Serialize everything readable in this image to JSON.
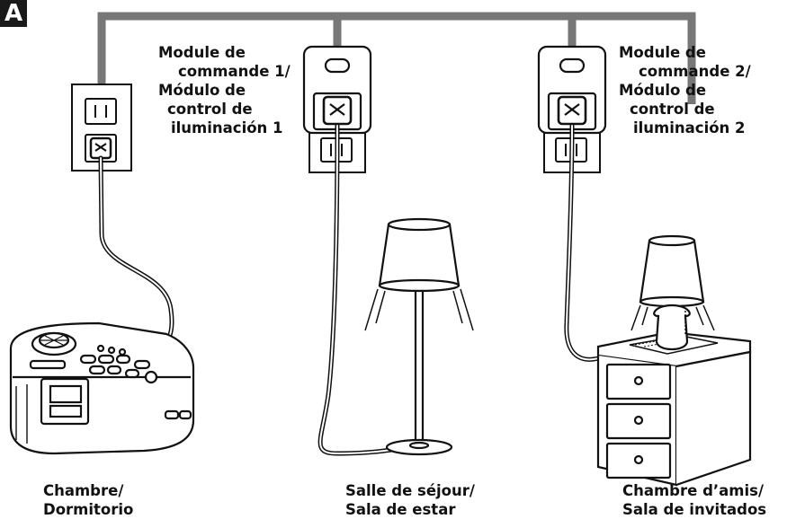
{
  "figure_letter": "A",
  "modules": [
    {
      "lines": [
        "Module de",
        "commande 1/",
        "Módulo de",
        "control de",
        "iluminación 1"
      ]
    },
    {
      "lines": [
        "Module de",
        "commande 2/",
        "Módulo de",
        "control de",
        "iluminación 2"
      ]
    }
  ],
  "rooms": [
    {
      "lines": [
        "Chambre/",
        "Dormitorio"
      ]
    },
    {
      "lines": [
        "Salle de séjour/",
        "Sala de estar"
      ]
    },
    {
      "lines": [
        "Chambre d’amis/",
        "Sala de invitados"
      ]
    }
  ]
}
